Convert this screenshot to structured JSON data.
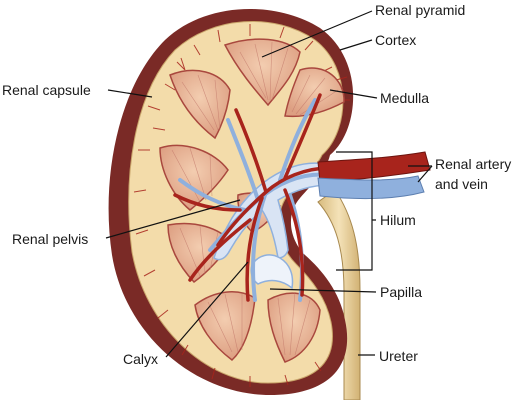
{
  "labels": {
    "renal_pyramid": "Renal pyramid",
    "cortex": "Cortex",
    "renal_capsule": "Renal capsule",
    "medulla": "Medulla",
    "renal_artery_and_vein_line1": "Renal artery",
    "renal_artery_and_vein_line2": "and vein",
    "hilum": "Hilum",
    "renal_pelvis": "Renal pelvis",
    "papilla": "Papilla",
    "calyx": "Calyx",
    "ureter": "Ureter"
  },
  "colors": {
    "capsule": "#7a2a26",
    "cortex": "#f3dcaa",
    "pyramid": "#e8b897",
    "pyramid_stroke": "#a9483e",
    "artery": "#a8241c",
    "vein": "#8fb0dd",
    "ureter": "#e7d09c",
    "leader_line": "#111111"
  }
}
